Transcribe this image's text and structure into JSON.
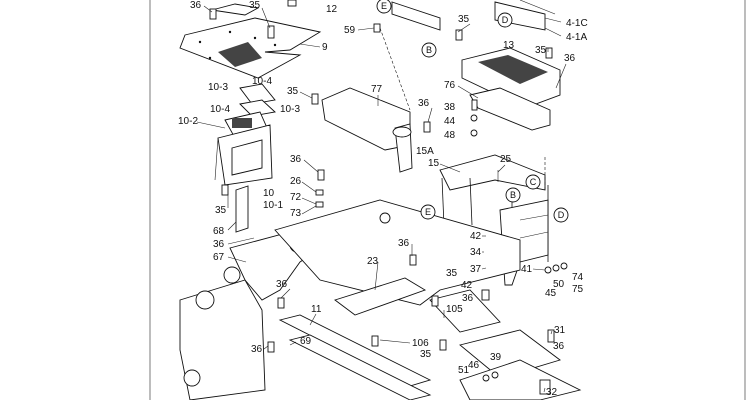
{
  "diagram": {
    "part_labels": [
      "36",
      "35",
      "12",
      "9",
      "10-4",
      "10-3",
      "10-4",
      "10-3",
      "10-2",
      "10",
      "10-1",
      "35",
      "36",
      "26",
      "72",
      "73",
      "35",
      "77",
      "59",
      "35",
      "13",
      "35",
      "36",
      "76",
      "36",
      "38",
      "44",
      "48",
      "15A",
      "15",
      "25",
      "36",
      "42",
      "34",
      "37",
      "41",
      "74",
      "50",
      "45",
      "75",
      "68",
      "36",
      "67",
      "36",
      "23",
      "35",
      "42",
      "36",
      "11",
      "105",
      "69",
      "36",
      "106",
      "35",
      "31",
      "36",
      "46",
      "39",
      "51",
      "32",
      "4-1C",
      "4-1A"
    ],
    "callouts": [
      "E",
      "B",
      "D",
      "C",
      "B",
      "E",
      "D"
    ]
  }
}
